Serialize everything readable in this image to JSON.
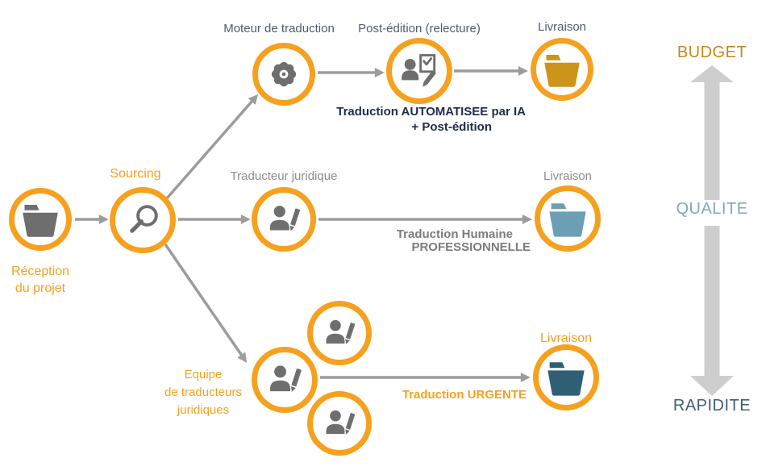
{
  "palette": {
    "orange": "#F5A11F",
    "icon_gray": "#6E6E6E",
    "arrow_gray": "#9C9C9C",
    "big_arrow_gray": "#CECECE",
    "top_label": "#525B6D",
    "mid_label": "#8C8C8C",
    "bold_gray": "#7C7C7C",
    "navy": "#1F2B4D",
    "gold_folder": "#CC9418",
    "steel_folder": "#6D9FB4",
    "dark_folder": "#2E5F74",
    "budget_color": "#C8861D",
    "qualite_color": "#7FA8BC",
    "rapidite_color": "#3F5E70"
  },
  "nodes": {
    "reception": {
      "label": "Réception\ndu projet",
      "icon": "folder-open-icon"
    },
    "sourcing": {
      "label": "Sourcing",
      "icon": "search-icon"
    },
    "engine": {
      "label": "Moteur de traduction",
      "icon": "gear-icon"
    },
    "postedit": {
      "label": "Post-édition (relecture)",
      "icon": "person-checklist-pencil-icon"
    },
    "delivery_top": {
      "label": "Livraison",
      "icon": "folder-open-icon"
    },
    "translator": {
      "label": "Traducteur juridique",
      "icon": "person-pencil-icon"
    },
    "delivery_mid": {
      "label": "Livraison",
      "icon": "folder-open-icon"
    },
    "team": {
      "label": "Equipe\nde traducteurs\njuridiques",
      "icon": "person-pencil-icon"
    },
    "delivery_bottom": {
      "label": "Livraison",
      "icon": "folder-open-icon"
    }
  },
  "flow_labels": {
    "automated_line1": "Traduction AUTOMATISEE par IA",
    "automated_line2": "+ Post-édition",
    "human_line1": "Traduction Humaine",
    "human_line2": "PROFESSIONNELLE",
    "urgent": "Traduction URGENTE"
  },
  "axis": {
    "top": "BUDGET",
    "middle": "QUALITE",
    "bottom": "RAPIDITE"
  }
}
